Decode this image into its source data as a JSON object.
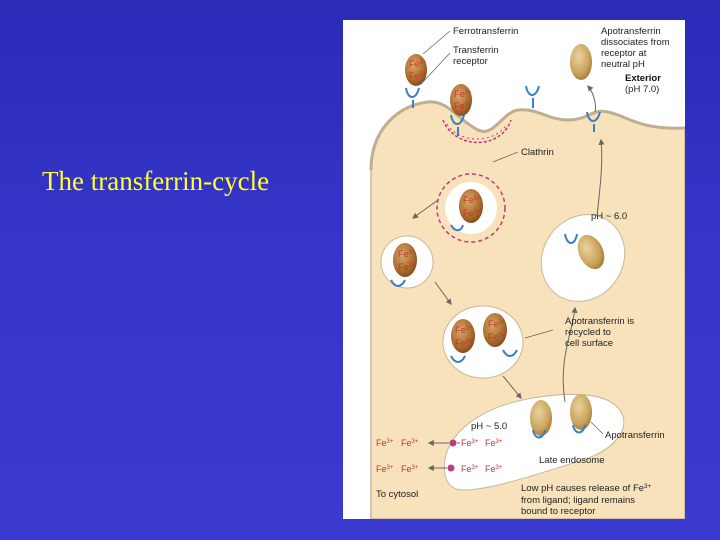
{
  "slide": {
    "title": "The transferrin-cycle"
  },
  "figure": {
    "labels": {
      "ferrotransferrin": "Ferrotransferrin",
      "receptor_l1": "Transferrin",
      "receptor_l2": "receptor",
      "apo_dissoc_l1": "Apotransferrin",
      "apo_dissoc_l2": "dissociates from",
      "apo_dissoc_l3": "receptor at",
      "apo_dissoc_l4": "neutral pH",
      "exterior": "Exterior",
      "exterior_ph": "(pH 7.0)",
      "clathrin": "Clathrin",
      "ph_6": "pH ~ 6.0",
      "recycled_l1": "Apotransferrin is",
      "recycled_l2": "recycled to",
      "recycled_l3": "cell surface",
      "ph_5": "pH ~ 5.0",
      "apotransferrin": "Apotransferrin",
      "late_endosome": "Late endosome",
      "to_cytosol": "To cytosol",
      "release_l1": "Low pH causes release of Fe",
      "release_l1_sup": "3+",
      "release_l2": "from ligand; ligand remains",
      "release_l3": "bound to receptor",
      "fe3": "Fe",
      "fe3_sup": "3+"
    },
    "colors": {
      "cell": "#f7e2bc",
      "cell_outline": "#c8b79a",
      "vesicle": "#ffffff",
      "protein": "#c9a25a",
      "receptor": "#3a7fc1",
      "clathrin": "#c0397a",
      "iron": "#c0392b",
      "arrow": "#666666"
    }
  }
}
